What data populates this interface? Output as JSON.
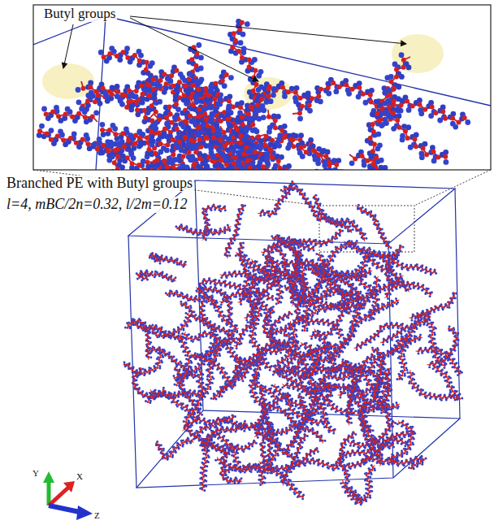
{
  "diagram": {
    "labels": [
      "Butyl groups",
      "Branched PE with Butyl groups",
      "l=4, mBC/2n=0.32, l/2m=0.12",
      "Y",
      "X",
      "Z"
    ]
  }
}
